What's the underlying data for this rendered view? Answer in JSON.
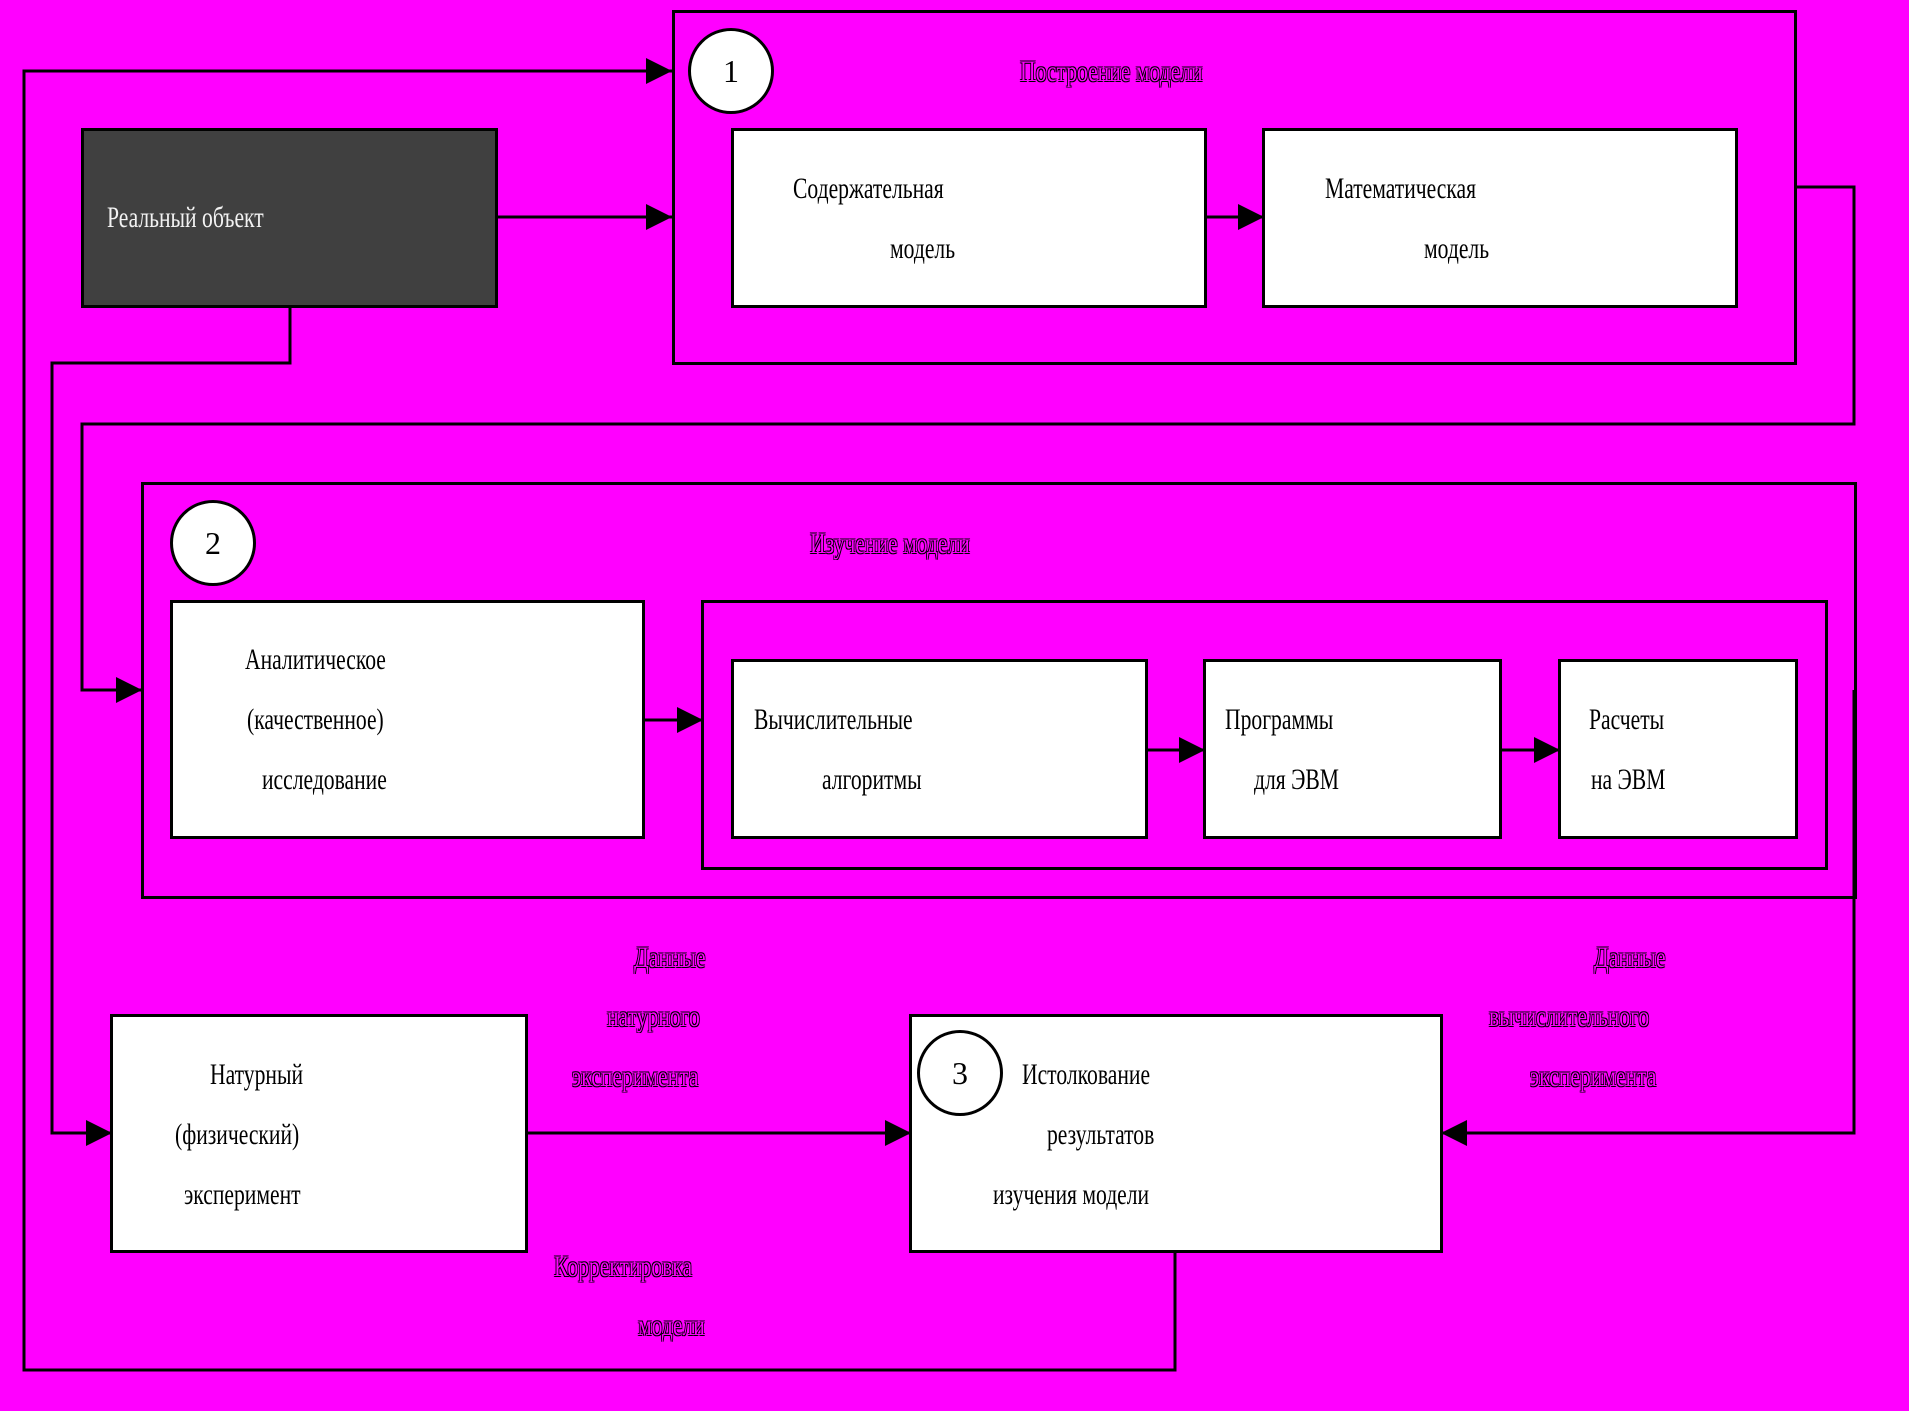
{
  "colors": {
    "background": "#FF00FF",
    "box_fill": "#FFFFFF",
    "real_object_fill": "#404040",
    "line": "#000000"
  },
  "section1": {
    "number": "1",
    "title": "Построение модели",
    "content_model": [
      "Содержательная",
      "модель"
    ],
    "math_model": [
      "Математическая",
      "модель"
    ]
  },
  "real_object": "Реальный объект",
  "section2": {
    "number": "2",
    "title": "Изучение модели",
    "analytical": [
      "Аналитическое",
      "(качественное)",
      "исследование"
    ],
    "algorithms": [
      "Вычислительные",
      "алгоритмы"
    ],
    "programs": [
      "Программы",
      "для ЭВМ"
    ],
    "calculations": [
      "Расчеты",
      "на ЭВМ"
    ]
  },
  "section3": {
    "number": "3",
    "interpretation": [
      "Истолкование",
      "результатов",
      "изучения модели"
    ]
  },
  "natural_experiment": [
    "Натурный",
    "(физический)",
    "эксперимент"
  ],
  "labels": {
    "natural_data": [
      "Данные",
      "натурного",
      "эксперимента"
    ],
    "computational_data": [
      "Данные",
      "вычислительного",
      "эксперимента"
    ],
    "correction": [
      "Корректировка",
      "модели"
    ]
  }
}
